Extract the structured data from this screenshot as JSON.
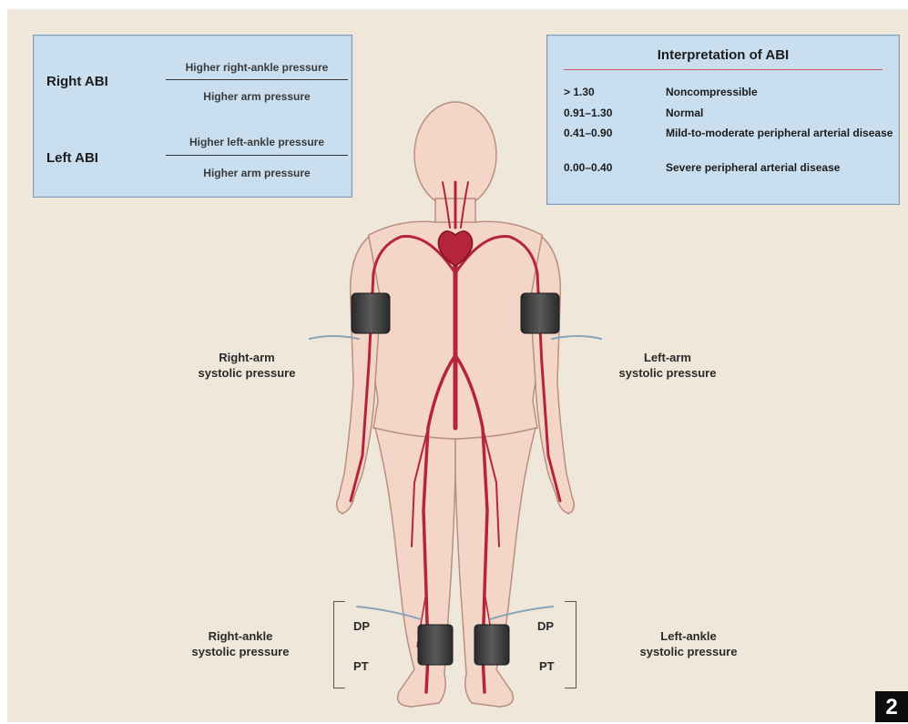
{
  "abi_formulas": {
    "right": {
      "label": "Right ABI",
      "numerator": "Higher right-ankle pressure",
      "denominator": "Higher arm pressure"
    },
    "left": {
      "label": "Left ABI",
      "numerator": "Higher left-ankle pressure",
      "denominator": "Higher arm pressure"
    }
  },
  "interpretation": {
    "title": "Interpretation of ABI",
    "rows": [
      {
        "range": "> 1.30",
        "meaning": "Noncompressible"
      },
      {
        "range": "0.91–1.30",
        "meaning": "Normal"
      },
      {
        "range": "0.41–0.90",
        "meaning": "Mild-to-moderate peripheral arterial disease"
      },
      {
        "range": "0.00–0.40",
        "meaning": "Severe peripheral arterial disease"
      }
    ]
  },
  "labels": {
    "right_arm": [
      "Right-arm",
      "systolic pressure"
    ],
    "left_arm": [
      "Left-arm",
      "systolic pressure"
    ],
    "right_ankle": [
      "Right-ankle",
      "systolic pressure"
    ],
    "left_ankle": [
      "Left-ankle",
      "systolic pressure"
    ],
    "dp": "DP",
    "pt": "PT"
  },
  "figure_number": "2",
  "colors": {
    "background": "#efe8da",
    "panel": "#c9dff0",
    "skin": "#f3d6c8",
    "artery": "#b5253a",
    "cuff": "#3d3d3d"
  }
}
